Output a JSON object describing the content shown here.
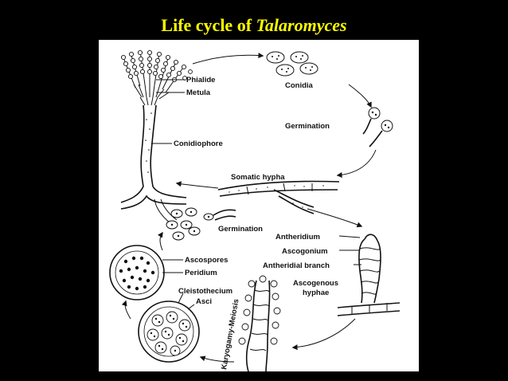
{
  "title": {
    "prefix": "Life cycle of ",
    "genus": "Talaromyces"
  },
  "labels": {
    "phialide": "Phialide",
    "metula": "Metula",
    "conidiophore": "Conidiophore",
    "conidia": "Conidia",
    "germination_top": "Germination",
    "somatic_hypha": "Somatic hypha",
    "germination_bottom": "Germination",
    "antheridium": "Antheridium",
    "ascogonium": "Ascogonium",
    "antheridial_branch": "Antheridial branch",
    "ascogenous": "Ascogenous",
    "hyphae": "hyphae",
    "ascospores": "Ascospores",
    "peridium": "Peridium",
    "cleistothecium": "Cleistothecium",
    "asci": "Asci",
    "karyogamy": "Karyogamy-Meiosis"
  },
  "colors": {
    "background": "#000000",
    "title": "#ffff00",
    "panel": "#ffffff",
    "ink": "#111111"
  }
}
